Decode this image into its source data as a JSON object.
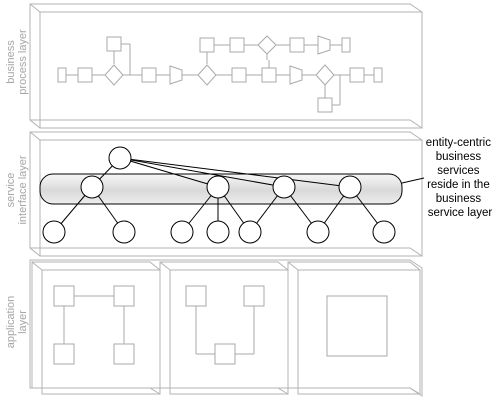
{
  "layers": {
    "business": {
      "label_line1": "business",
      "label_line2": "process layer"
    },
    "service": {
      "label_line1": "service",
      "label_line2": "interface layer"
    },
    "application": {
      "label_line1": "application",
      "label_line2": "layer"
    }
  },
  "callout": {
    "lines": [
      "entity-centric",
      "business",
      "services",
      "reside in the",
      "business",
      "service layer"
    ]
  },
  "colors": {
    "layer_stroke": "#b3b3b3",
    "label_text": "#a6a6a6",
    "band_fill": "#e0e0e0",
    "node_stroke": "#000000"
  }
}
